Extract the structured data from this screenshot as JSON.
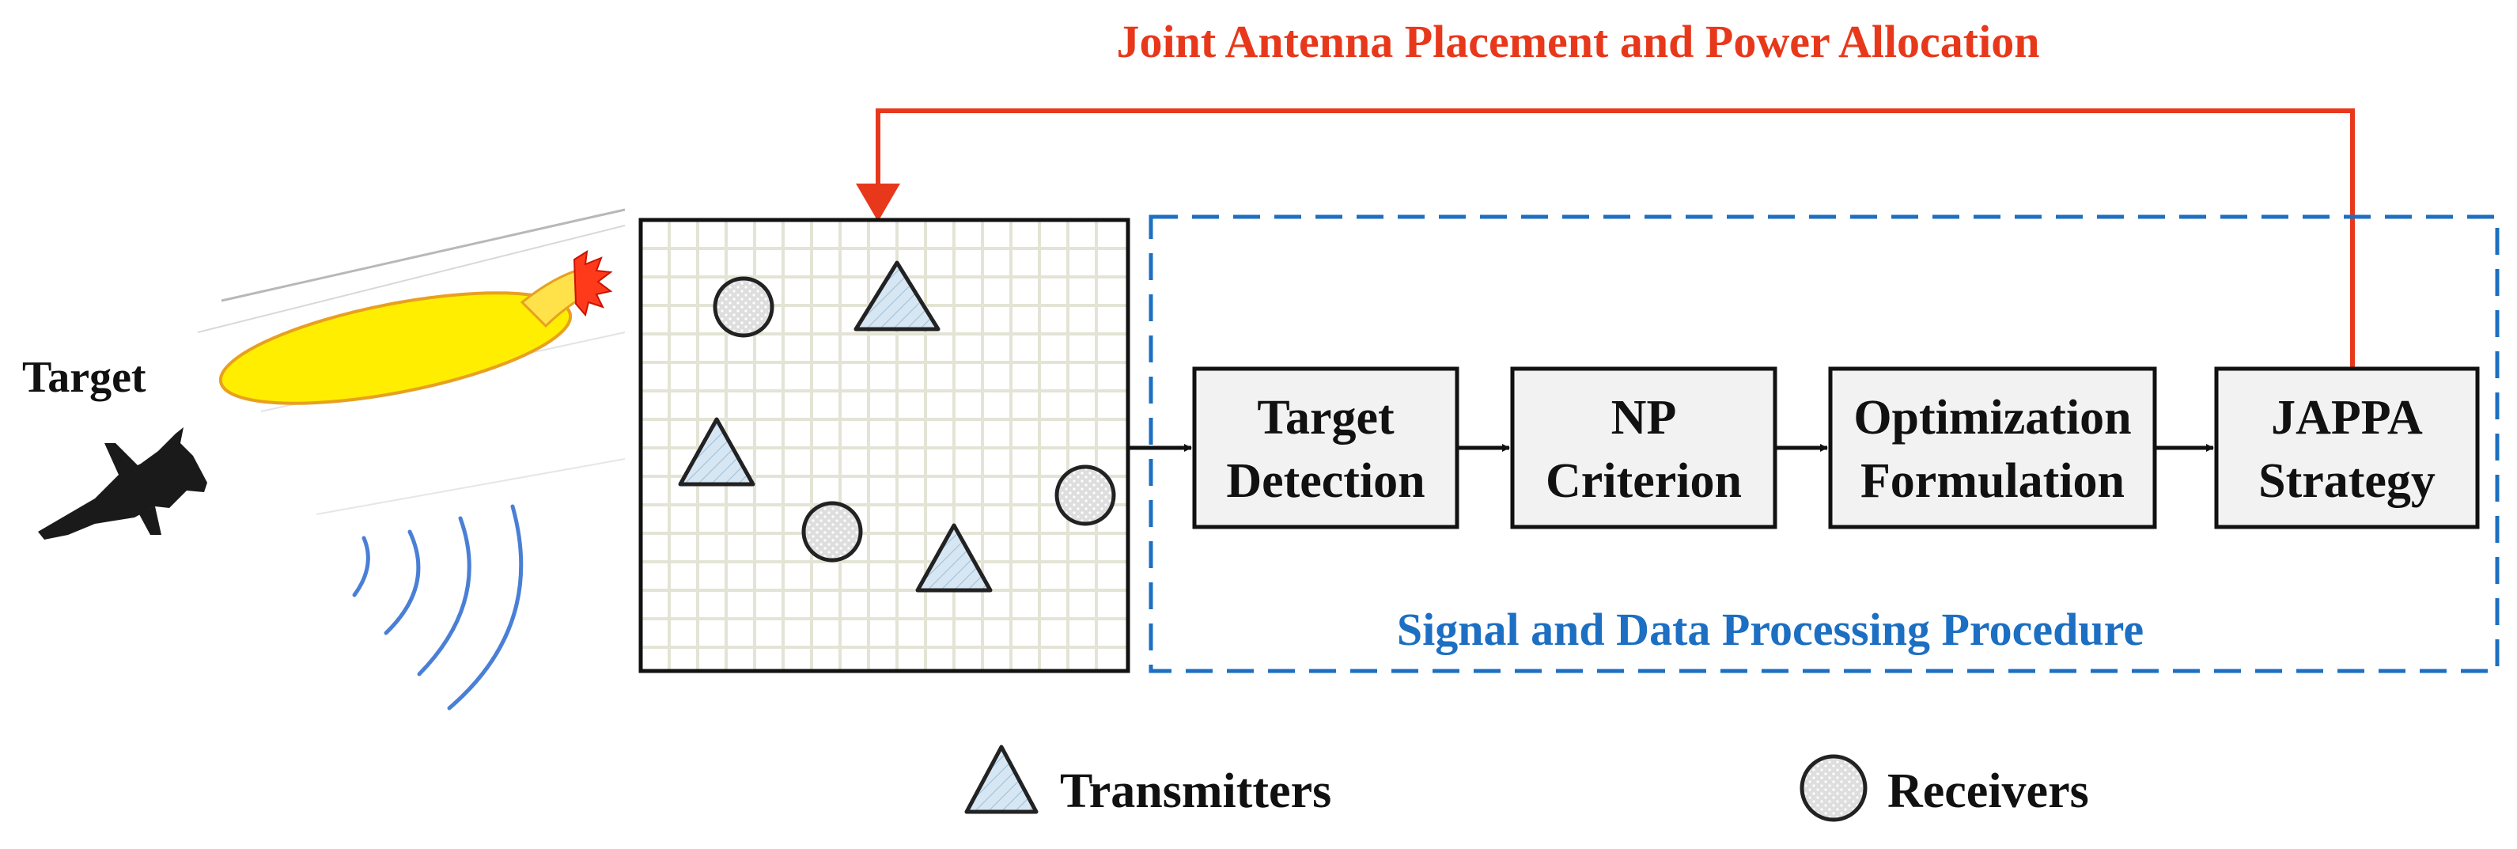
{
  "diagram": {
    "top_title": "Joint Antenna Placement and Power Allocation",
    "procedure_label": "Signal and Data Processing Procedure",
    "target_label": "Target",
    "process_steps": [
      {
        "line1": "Target",
        "line2": "Detection"
      },
      {
        "line1": "NP",
        "line2": "Criterion"
      },
      {
        "line1": "Optimization",
        "line2": "Formulation"
      },
      {
        "line1": "JAPPA",
        "line2": "Strategy"
      }
    ],
    "legend": {
      "transmitters": "Transmitters",
      "receivers": "Receivers"
    }
  },
  "colors": {
    "feedback_arrow": "#e8381b",
    "dashed_box": "#1c6fc2",
    "process_box_fill": "#f2f2f2",
    "grid_lines": "#e4e4d6",
    "beam_yellow": "#ffee00",
    "wave_blue": "#4a7fd6",
    "receiver_fill": "#dedede",
    "transmitter_fill": "#d6e6f2"
  },
  "icons": [
    "fighter-jet-icon",
    "radar-beam-icon",
    "signal-wave-icon",
    "transmitter-triangle-icon",
    "receiver-circle-icon"
  ]
}
